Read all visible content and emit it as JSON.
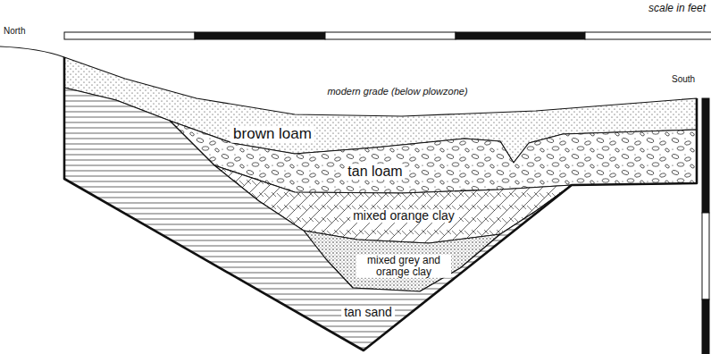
{
  "diagram": {
    "nodes": [
      {
        "text": [
          "brown loam"
        ]
      },
      {
        "text": [
          "tan loam"
        ]
      },
      {
        "text": [
          "mixed orange clay"
        ]
      },
      {
        "text": [
          "mixed grey and orange clay"
        ]
      },
      {
        "text": [
          "tan sand"
        ]
      }
    ],
    "labels": [
      "scale in feet",
      "North",
      "modern grade (below plowzone)",
      "South"
    ]
  }
}
